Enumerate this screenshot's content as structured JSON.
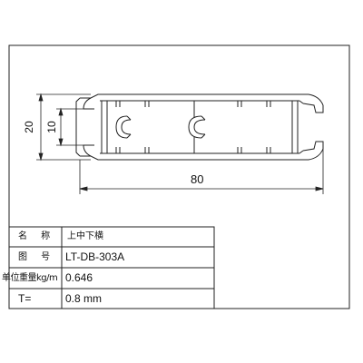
{
  "dimensions": {
    "height_outer": "20",
    "height_inner": "10",
    "width": "80"
  },
  "title_block": {
    "rows": [
      {
        "label": "名 称",
        "value": "上中下横"
      },
      {
        "label": "图 号",
        "value": "LT-DB-303A"
      },
      {
        "label": "单位重量kg/m",
        "value": "0.646"
      },
      {
        "label": "T=",
        "value": "0.8 mm"
      }
    ]
  },
  "colors": {
    "line": "#222222",
    "background": "#ffffff"
  }
}
